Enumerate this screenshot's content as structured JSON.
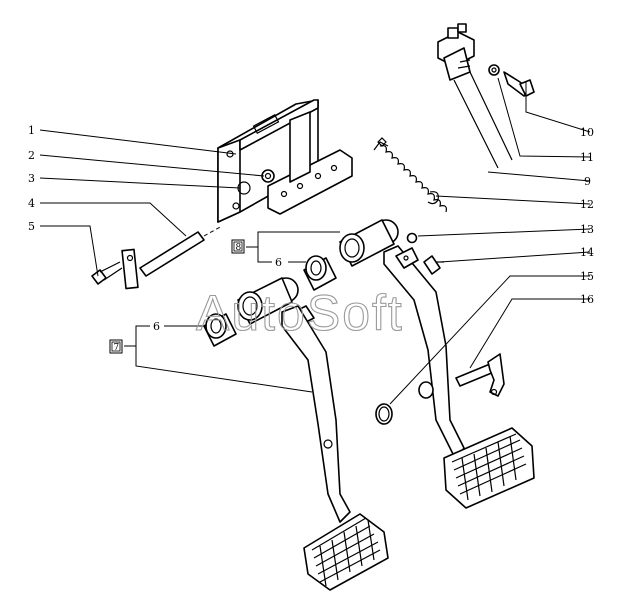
{
  "watermark": "AutoSoft",
  "callouts": {
    "c1": "1",
    "c2": "2",
    "c3": "3",
    "c4": "4",
    "c5": "5",
    "c6a": "6",
    "c6b": "6",
    "c7": "7",
    "c8": "8",
    "c9": "9",
    "c10": "10",
    "c11": "11",
    "c12": "12",
    "c13": "13",
    "c14": "14",
    "c15": "15",
    "c16": "16"
  }
}
